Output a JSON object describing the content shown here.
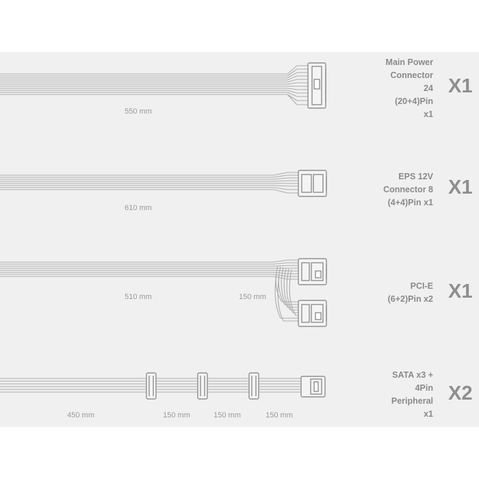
{
  "cables": [
    {
      "name_lines": [
        "Main Power",
        "Connector",
        "24",
        "(20+4)Pin",
        "x1"
      ],
      "quantity": "X1",
      "lengths": [
        "550 mm"
      ]
    },
    {
      "name_lines": [
        "EPS 12V",
        "Connector 8",
        "(4+4)Pin x1"
      ],
      "quantity": "X1",
      "lengths": [
        "610 mm"
      ]
    },
    {
      "name_lines": [
        "PCI-E",
        "(6+2)Pin x2"
      ],
      "quantity": "X1",
      "lengths": [
        "510 mm",
        "150 mm"
      ]
    },
    {
      "name_lines": [
        "SATA x3 +",
        "4Pin",
        "Peripheral",
        "x1"
      ],
      "quantity": "X2",
      "lengths": [
        "450 mm",
        "150 mm",
        "150 mm",
        "150 mm"
      ]
    }
  ],
  "colors": {
    "panel_bg": "#f0f0f0",
    "wire": "#a9a9a9",
    "text": "#8a8a8a"
  }
}
